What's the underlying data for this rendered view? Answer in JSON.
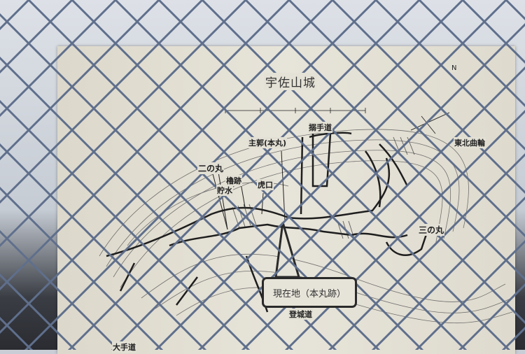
{
  "sign": {
    "title": "宇佐山城",
    "labels": {
      "karamete": "搦手道",
      "shukaku": "主郭(本丸)",
      "tohoku": "東北曲輪",
      "ninomaru": "二の丸",
      "yagura": "櫓跡",
      "koguchi": "虎口",
      "chosui": "貯水",
      "sannomaru": "三の丸",
      "ote": "大手道",
      "tojo": "登城道"
    },
    "current_location": "現在地（本丸跡）",
    "compass": "N"
  },
  "colors": {
    "paper": "#e3e0d5",
    "ink": "#222222",
    "fence": "#5f6f8c"
  }
}
